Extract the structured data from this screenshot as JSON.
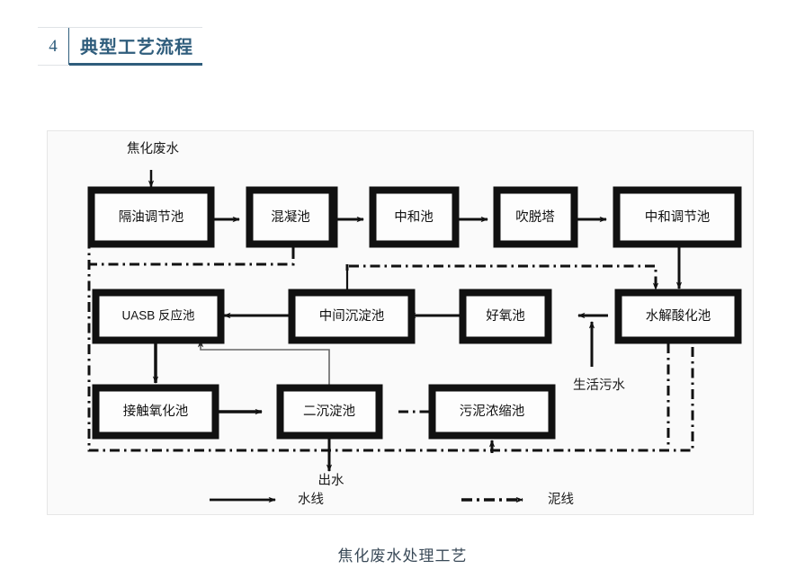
{
  "section": {
    "number": "4",
    "title": "典型工艺流程",
    "accent_color": "#2f5d7c"
  },
  "figure": {
    "caption": "焦化废水处理工艺",
    "frame_bg": "#fafafa"
  },
  "diagram": {
    "title": "焦化废水处理工艺",
    "type": "process-flow",
    "nodes": [
      {
        "id": "n1",
        "label": "隔油调节池",
        "row": 1,
        "col": 1
      },
      {
        "id": "n2",
        "label": "混凝池",
        "row": 1,
        "col": 2
      },
      {
        "id": "n3",
        "label": "中和池",
        "row": 1,
        "col": 3
      },
      {
        "id": "n4",
        "label": "吹脱塔",
        "row": 1,
        "col": 4
      },
      {
        "id": "n5",
        "label": "中和调节池",
        "row": 1,
        "col": 5
      },
      {
        "id": "n6",
        "label": "水解酸化池",
        "row": 2,
        "col": 5
      },
      {
        "id": "n7",
        "label": "好氧池",
        "row": 2,
        "col": 4
      },
      {
        "id": "n8",
        "label": "中间沉淀池",
        "row": 2,
        "col": 2
      },
      {
        "id": "n9",
        "label": "UASB 反应池",
        "row": 2,
        "col": 1
      },
      {
        "id": "n10",
        "label": "接触氧化池",
        "row": 3,
        "col": 1
      },
      {
        "id": "n11",
        "label": "二沉淀池",
        "row": 3,
        "col": 2
      },
      {
        "id": "n12",
        "label": "污泥浓缩池",
        "row": 3,
        "col": 3
      }
    ],
    "free_labels": [
      {
        "id": "inlet",
        "text": "焦化废水"
      },
      {
        "id": "outlet",
        "text": "出水"
      },
      {
        "id": "sewage",
        "text": "生活污水"
      }
    ],
    "legend": [
      {
        "id": "water-line",
        "label": "水线",
        "style": "solid"
      },
      {
        "id": "sludge-line",
        "label": "泥线",
        "style": "dash-dot"
      }
    ],
    "flow_sequence": [
      "焦化废水",
      "隔油调节池",
      "混凝池",
      "中和池",
      "吹脱塔",
      "中和调节池",
      "水解酸化池",
      "好氧池",
      "中间沉淀池",
      "UASB 反应池",
      "接触氧化池",
      "二沉淀池",
      "出水"
    ],
    "sludge_targets": [
      "污泥浓缩池"
    ]
  }
}
